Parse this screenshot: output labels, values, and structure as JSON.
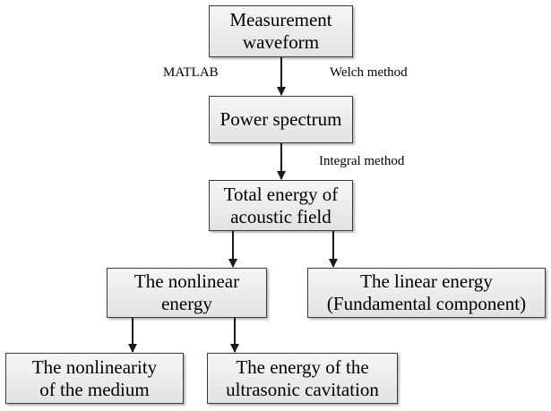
{
  "nodes": {
    "measurement_waveform": [
      "Measurement",
      "waveform"
    ],
    "power_spectrum": [
      "Power spectrum"
    ],
    "total_energy": [
      "Total energy of",
      "acoustic field"
    ],
    "nonlinear_energy": [
      "The nonlinear",
      "energy"
    ],
    "linear_energy": [
      "The linear energy",
      "(Fundamental component)"
    ],
    "nonlinearity_medium": [
      "The nonlinearity",
      "of the medium"
    ],
    "ultrasonic_cavitation": [
      "The energy of the",
      "ultrasonic cavitation"
    ]
  },
  "labels": {
    "matlab": "MATLAB",
    "welch": "Welch method",
    "integral": "Integral method"
  },
  "colors": {
    "box_border": "#3a3a3a",
    "box_fill_top": "#f6f6f6",
    "box_fill_bottom": "#e2e2e2",
    "line": "#1a1a1a",
    "text": "#000000"
  }
}
